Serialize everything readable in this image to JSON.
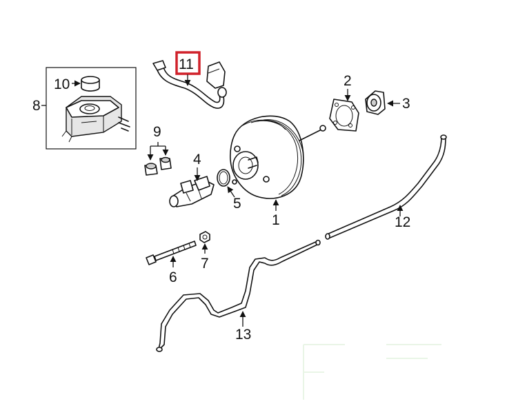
{
  "diagram": {
    "callouts": [
      {
        "id": "1",
        "label": "1"
      },
      {
        "id": "2",
        "label": "2"
      },
      {
        "id": "3",
        "label": "3"
      },
      {
        "id": "4",
        "label": "4"
      },
      {
        "id": "5",
        "label": "5"
      },
      {
        "id": "6",
        "label": "6"
      },
      {
        "id": "7",
        "label": "7"
      },
      {
        "id": "8",
        "label": "8"
      },
      {
        "id": "9",
        "label": "9"
      },
      {
        "id": "10",
        "label": "10"
      },
      {
        "id": "11",
        "label": "11"
      },
      {
        "id": "12",
        "label": "12"
      },
      {
        "id": "13",
        "label": "13"
      }
    ],
    "highlighted_callout": "11",
    "colors": {
      "line": "#111111",
      "highlight": "#d0212a",
      "background": "#ffffff"
    }
  }
}
